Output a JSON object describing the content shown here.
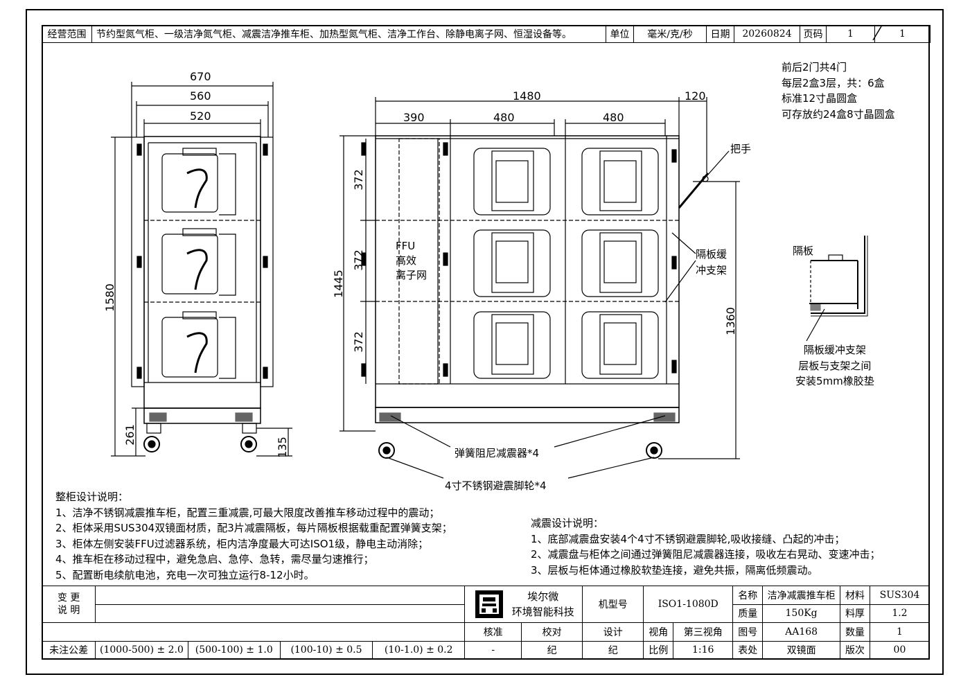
{
  "header": {
    "scope_label": "经营范围",
    "scope_text": "节约型氮气柜、一级洁净氮气柜、减震洁净推车柜、加热型氮气柜、洁净工作台、除静电离子网、恒湿设备等。",
    "unit_label": "单位",
    "unit_value": "毫米/克/秒",
    "date_label": "日期",
    "date_value": "20260824",
    "page_label": "页码",
    "page_current": "1",
    "page_total": "1"
  },
  "dimensions": {
    "side_670": "670",
    "side_560": "560",
    "side_520": "520",
    "side_1580": "1580",
    "side_261": "261",
    "side_135": "135",
    "front_1480": "1480",
    "front_120": "120",
    "front_390": "390",
    "front_480a": "480",
    "front_480b": "480",
    "front_372a": "372",
    "front_372b": "372",
    "front_372c": "372",
    "front_1445": "1445",
    "front_1360": "1360"
  },
  "annotations": {
    "top_note_1": "前后2门共4门",
    "top_note_2": "每层2盒3层，共：6盒",
    "top_note_3": "标准12寸晶圆盒",
    "top_note_4": "可存放约24盒8寸晶圆盒",
    "handle": "把手",
    "ffu_1": "FFU",
    "ffu_2": "高效",
    "ffu_3": "离子网",
    "bracket_1": "隔板缓",
    "bracket_2": "冲支架",
    "partition": "隔板",
    "detail_1": "隔板缓冲支架",
    "detail_2": "层板与支架之间",
    "detail_3": "安装5mm橡胶垫",
    "damper": "弹簧阻尼减震器*4",
    "caster": "4寸不锈钢避震脚轮*4"
  },
  "design_notes": {
    "title": "整柜设计说明：",
    "items": [
      "1、洁净不锈钢减震推车柜，配置三重减震,可最大限度改善推车移动过程中的震动；",
      "2、柜体采用SUS304双镜面材质，配3片减震隔板，每片隔板根据载重配置弹簧支架；",
      "3、柜体左侧安装FFU过滤器系统，柜内洁净度最大可达ISO1级，静电主动消除；",
      "4、推车柜在移动过程中，避免急启、急停、急转，需尽量匀速推行；",
      "5、配置断电续航电池，充电一次可独立运行8-12小时。"
    ]
  },
  "damping_notes": {
    "title": "减震设计说明：",
    "items": [
      "1、底部减震盘安装4个4寸不锈钢避震脚轮,吸收接缝、凸起的冲击；",
      "2、减震盘与柜体之间通过弹簧阻尼减震器连接，吸收左右晃动、变速冲击；",
      "3、层板与柜体通过橡胶软垫连接，避免共振，隔离低频震动。"
    ]
  },
  "title_block": {
    "change_label": "变 更\n说 明",
    "company_1": "埃尔微",
    "company_2": "环境智能科技",
    "model_label": "机型号",
    "model_value": "ISO1-1080D",
    "name_label": "名称",
    "name_value": "洁净减震推车柜",
    "material_label": "材料",
    "material_value": "SUS304",
    "mass_label": "质量",
    "mass_value": "150Kg",
    "thickness_label": "料厚",
    "thickness_value": "1.2",
    "approve_label": "核准",
    "check_label": "校对",
    "design_label": "设计",
    "view_label": "视角",
    "view_value": "第三视角",
    "drawing_label": "图号",
    "drawing_value": "AA168",
    "qty_label": "数量",
    "qty_value": "1",
    "tol_label": "未注公差",
    "tol_1": "(1000-500) ± 2.0",
    "tol_2": "(500-100) ± 1.0",
    "tol_3": "(100-10) ± 0.5",
    "tol_4": "(10-1.0) ± 0.2",
    "approve_value": "-",
    "check_value": "纪",
    "design_value": "纪",
    "scale_label": "比例",
    "scale_value": "1:16",
    "surface_label": "表处",
    "surface_value": "双镜面",
    "rev_label": "版次",
    "rev_value": "00"
  }
}
